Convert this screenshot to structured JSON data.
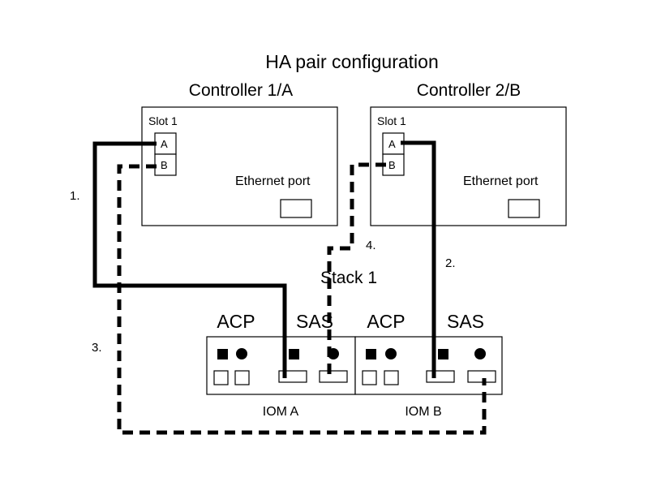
{
  "title": "HA pair configuration",
  "controllers": [
    {
      "name": "Controller 1/A",
      "slot_label": "Slot 1",
      "port_a": "A",
      "port_b": "B",
      "ethernet_label": "Ethernet port"
    },
    {
      "name": "Controller 2/B",
      "slot_label": "Slot 1",
      "port_a": "A",
      "port_b": "B",
      "ethernet_label": "Ethernet port"
    }
  ],
  "stack": {
    "label": "Stack 1",
    "modules": [
      {
        "name": "IOM A",
        "acp_label": "ACP",
        "sas_label": "SAS"
      },
      {
        "name": "IOM B",
        "acp_label": "ACP",
        "sas_label": "SAS"
      }
    ]
  },
  "cables": [
    {
      "label": "1.",
      "style": "solid",
      "from": "Controller 1/A port A",
      "to": "IOM A SAS square port"
    },
    {
      "label": "2.",
      "style": "solid",
      "from": "Controller 2/B port A",
      "to": "IOM B SAS square port"
    },
    {
      "label": "3.",
      "style": "dashed",
      "from": "Controller 1/A port B",
      "to": "IOM B SAS circle port"
    },
    {
      "label": "4.",
      "style": "dashed",
      "from": "Controller 2/B port B",
      "to": "IOM A SAS circle port"
    }
  ]
}
